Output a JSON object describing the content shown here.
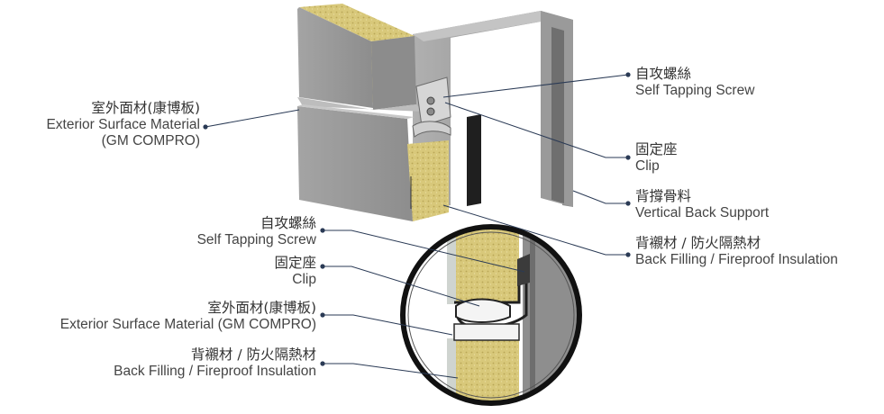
{
  "colors": {
    "panel": "#9b9b9b",
    "panel_dark": "#7e7e7e",
    "insulation": "#d9c97e",
    "steel": "#8f8f8f",
    "line": "#2a3a55",
    "text": "#3a3a3a"
  },
  "top_labels": {
    "exterior": {
      "zh": "室外面材(康博板)",
      "en1": "Exterior Surface Material",
      "en2": "(GM COMPRO)"
    },
    "screw": {
      "zh": "自攻螺絲",
      "en": "Self Tapping Screw"
    },
    "clip": {
      "zh": "固定座",
      "en": "Clip"
    },
    "support": {
      "zh": "背撐骨料",
      "en": "Vertical Back Support"
    },
    "filling": {
      "zh": "背襯材 / 防火隔熱材",
      "en": "Back Filling / Fireproof Insulation"
    }
  },
  "detail_labels": {
    "screw": {
      "zh": "自攻螺絲",
      "en": "Self Tapping Screw"
    },
    "clip": {
      "zh": "固定座",
      "en": "Clip"
    },
    "exterior": {
      "zh": "室外面材(康博板)",
      "en": "Exterior Surface Material (GM COMPRO)"
    },
    "filling": {
      "zh": "背襯材 / 防火隔熱材",
      "en": "Back Filling / Fireproof Insulation"
    }
  }
}
